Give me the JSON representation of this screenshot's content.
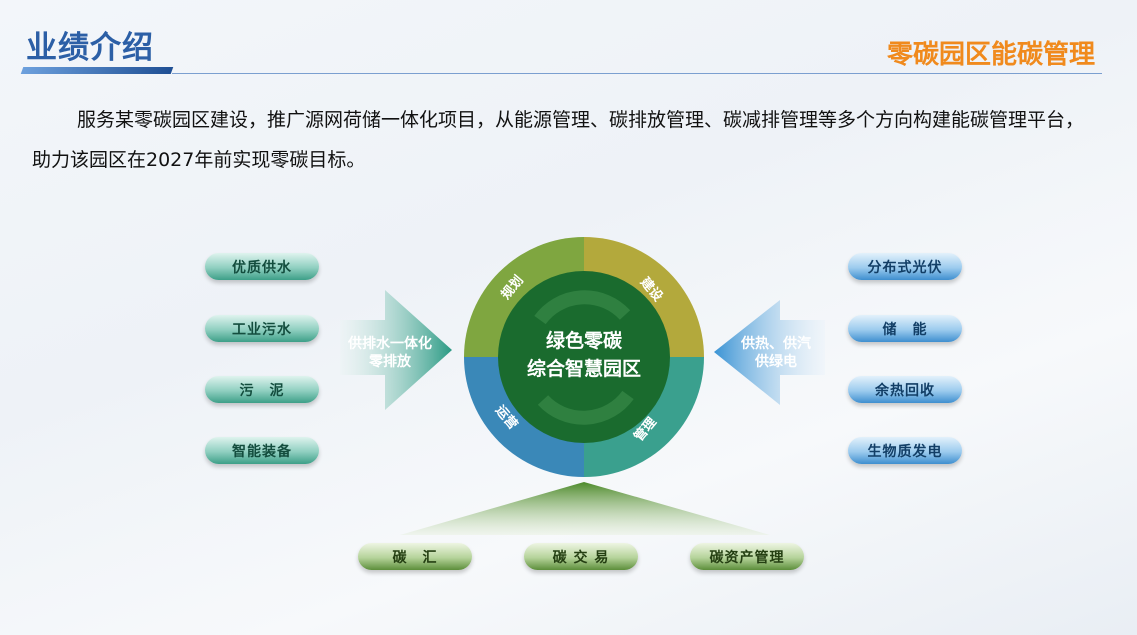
{
  "header": {
    "title": "业绩介绍",
    "subtitle": "零碳园区能碳管理"
  },
  "intro": "服务某零碳园区建设，推广源网荷储一体化项目，从能源管理、碳排放管理、碳减排管理等多个方向构建能碳管理平台，助力该园区在2027年前实现零碳目标。",
  "left_items": [
    "优质供水",
    "工业污水",
    "污　泥",
    "智能装备"
  ],
  "left_arrow": [
    "供排水一体化",
    "零排放"
  ],
  "right_items": [
    "分布式光伏",
    "储　能",
    "余热回收",
    "生物质发电"
  ],
  "right_arrow": [
    "供热、供汽",
    "供绿电"
  ],
  "center": {
    "line1": "绿色零碳",
    "line2": "综合智慧园区"
  },
  "ring": {
    "q1": "规划",
    "q2": "建设",
    "q3": "管理",
    "q4": "运营"
  },
  "bottom_items": [
    "碳　汇",
    "碳 交 易",
    "碳资产管理"
  ],
  "colors": {
    "title": "#2c5fa6",
    "subtitle": "#f08a1d",
    "center": "#1a6b2e"
  }
}
